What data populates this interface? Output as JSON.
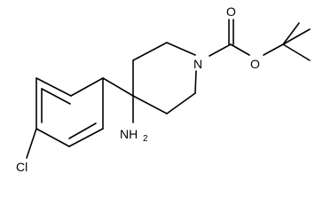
{
  "molecule": {
    "atoms": {
      "n1": "N",
      "o_carbonyl": "O",
      "o_ester": "O",
      "amine_main": "NH",
      "amine_sub": "2",
      "cl": "Cl"
    }
  }
}
